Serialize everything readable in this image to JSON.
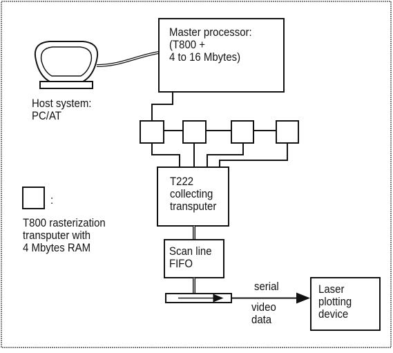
{
  "master": {
    "label": "Master processor:\n(T800 +\n4 to 16 Mbytes)"
  },
  "host": {
    "label": "Host system:\nPC/AT"
  },
  "collector": {
    "label": "T222\ncollecting\ntransputer"
  },
  "legend": {
    "colon": ":",
    "label": "T800 rasterization\ntransputer with\n4 Mbytes RAM"
  },
  "fifo": {
    "label": "Scan line\nFIFO"
  },
  "serial": {
    "label_top": "serial",
    "label_bottom": "video\ndata"
  },
  "laser": {
    "label": "Laser\nplotting\ndevice"
  },
  "transputers": {
    "count": 4
  }
}
